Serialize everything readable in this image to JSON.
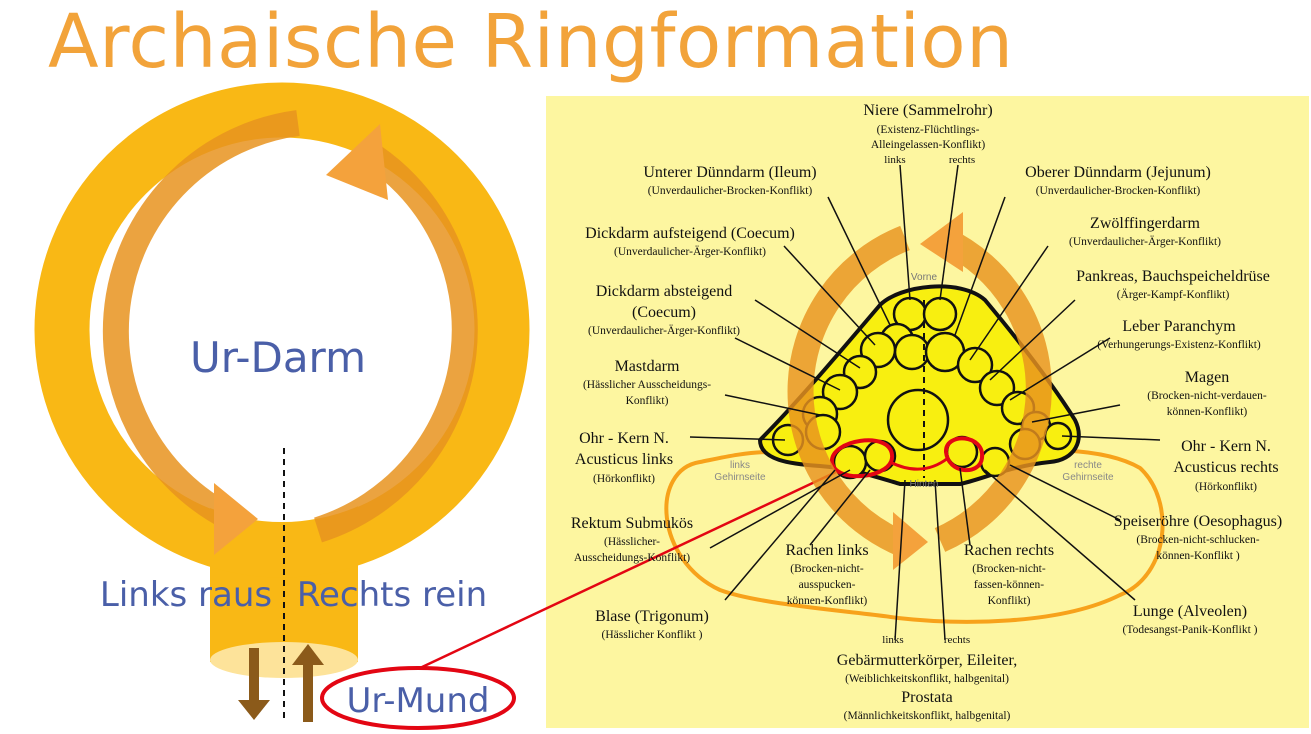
{
  "title": "Archaische Ringformation",
  "left_diagram": {
    "center_label": "Ur-Darm",
    "left_label": "Links raus",
    "right_label": "Rechts rein",
    "mouth_label": "Ur-Mund"
  },
  "brain": {
    "vorne": "Vorne",
    "hinten": "Hinten",
    "links_side": [
      "links",
      "Gehirnseite"
    ],
    "rechts_side": [
      "rechte",
      "Gehirnseite"
    ]
  },
  "labels": {
    "niere": {
      "title": "Niere (Sammelrohr)",
      "sub": [
        "(Existenz-Flüchtlings-",
        "Alleingelassen-Konflikt)"
      ],
      "links": "links",
      "rechts": "rechts"
    },
    "unterer_duenndarm": {
      "title": "Unterer Dünndarm (Ileum)",
      "sub": [
        "(Unverdaulicher-Brocken-Konflikt)"
      ]
    },
    "oberer_duenndarm": {
      "title": "Oberer Dünndarm (Jejunum)",
      "sub": [
        "(Unverdaulicher-Brocken-Konflikt)"
      ]
    },
    "dickdarm_auf": {
      "title": "Dickdarm aufsteigend (Coecum)",
      "sub": [
        "(Unverdaulicher-Ärger-Konflikt)"
      ]
    },
    "zwoelffinger": {
      "title": "Zwölffingerdarm",
      "sub": [
        "(Unverdaulicher-Ärger-Konflikt)"
      ]
    },
    "pankreas": {
      "title": "Pankreas, Bauchspeicheldrüse",
      "sub": [
        "(Ärger-Kampf-Konflikt)"
      ]
    },
    "dickdarm_ab": {
      "title": "Dickdarm absteigend",
      "title2": "(Coecum)",
      "sub": [
        "(Unverdaulicher-Ärger-Konflikt)"
      ]
    },
    "leber": {
      "title": "Leber Paranchym",
      "sub": [
        "(Verhungerungs-Existenz-Konflikt)"
      ]
    },
    "mastdarm": {
      "title": "Mastdarm",
      "sub": [
        "(Hässlicher Ausscheidungs-",
        "Konflikt)"
      ]
    },
    "magen": {
      "title": "Magen",
      "sub": [
        "(Brocken-nicht-verdauen-",
        "können-Konflikt)"
      ]
    },
    "ohr_links": {
      "title": "Ohr - Kern N.",
      "title2": "Acusticus links",
      "sub": [
        "(Hörkonflikt)"
      ]
    },
    "ohr_rechts": {
      "title": "Ohr - Kern N.",
      "title2": "Acusticus rechts",
      "sub": [
        "(Hörkonflikt)"
      ]
    },
    "rektum": {
      "title": "Rektum Submukös",
      "sub": [
        "(Hässlicher-",
        "Ausscheidungs-Konflikt)"
      ]
    },
    "speiseroehre": {
      "title": "Speiseröhre (Oesophagus)",
      "sub": [
        "(Brocken-nicht-schlucken-",
        "können-Konflikt )"
      ]
    },
    "rachen_links": {
      "title": "Rachen links",
      "sub": [
        "(Brocken-nicht-",
        "ausspucken-",
        "können-Konflikt)"
      ]
    },
    "rachen_rechts": {
      "title": "Rachen rechts",
      "sub": [
        "(Brocken-nicht-",
        "fassen-können-",
        "Konflikt)"
      ]
    },
    "blase": {
      "title": "Blase (Trigonum)",
      "sub": [
        "(Hässlicher Konflikt )"
      ]
    },
    "lunge": {
      "title": "Lunge (Alveolen)",
      "sub": [
        "(Todesangst-Panik-Konflikt )"
      ]
    },
    "bottom": {
      "links": "links",
      "rechts": "rechts",
      "title": "Gebärmutterkörper, Eileiter,",
      "sub": [
        "(Weiblichkeitskonflikt, halbgenital)"
      ],
      "title2": "Prostata",
      "sub2": [
        "(Männlichkeitskonflikt, halbgenital)"
      ]
    }
  },
  "colors": {
    "title": "#f2a33a",
    "ring": "#f9b815",
    "ring_arrow": "#f4a23c",
    "panel_bg": "#fdf6a0",
    "brain_fill": "#f8ef10",
    "highlight": "#e30613",
    "label_blue": "#4a5fa8"
  }
}
